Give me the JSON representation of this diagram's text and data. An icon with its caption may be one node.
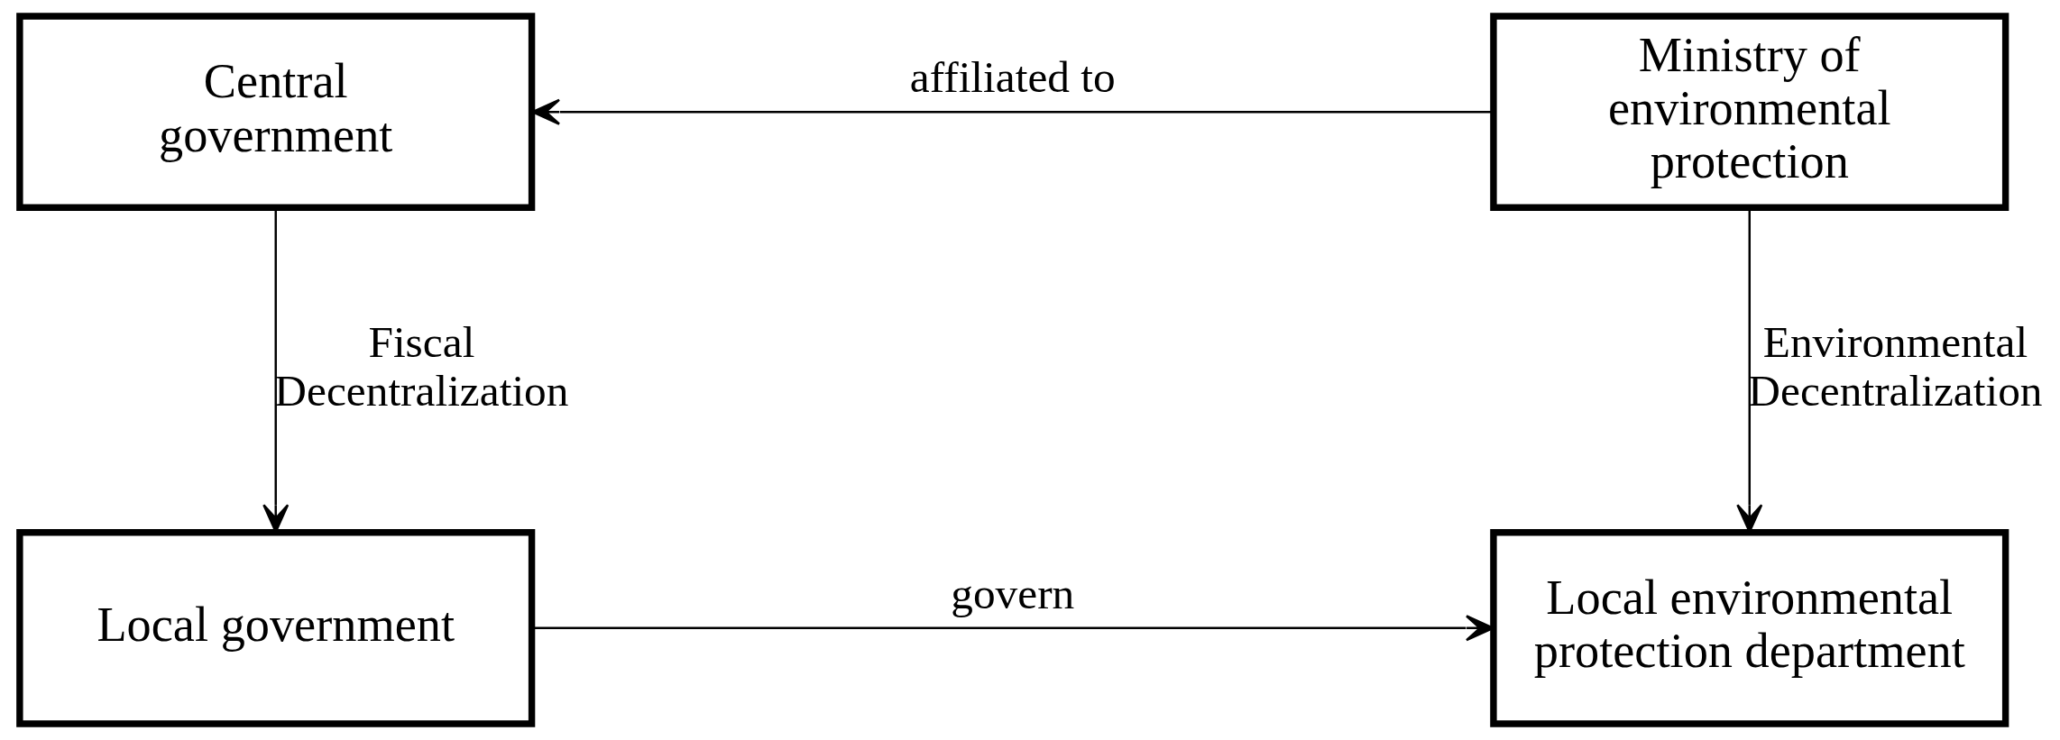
{
  "diagram": {
    "nodes": [
      {
        "text": [
          "Central government"
        ]
      },
      {
        "text": [
          "Ministry of environmental protection"
        ]
      },
      {
        "text": [
          "Local government"
        ]
      },
      {
        "text": [
          "Local environmental protection department"
        ]
      }
    ],
    "edges": [
      {
        "from": 1,
        "to": 0,
        "arrow": "to",
        "label": "affiliated to"
      },
      {
        "from": 0,
        "to": 2,
        "arrow": "to",
        "label": "Fiscal Decentralization"
      },
      {
        "from": 1,
        "to": 3,
        "arrow": "to",
        "label": "Environmental Decentralization"
      },
      {
        "from": 2,
        "to": 3,
        "arrow": "to",
        "label": "govern"
      }
    ]
  }
}
